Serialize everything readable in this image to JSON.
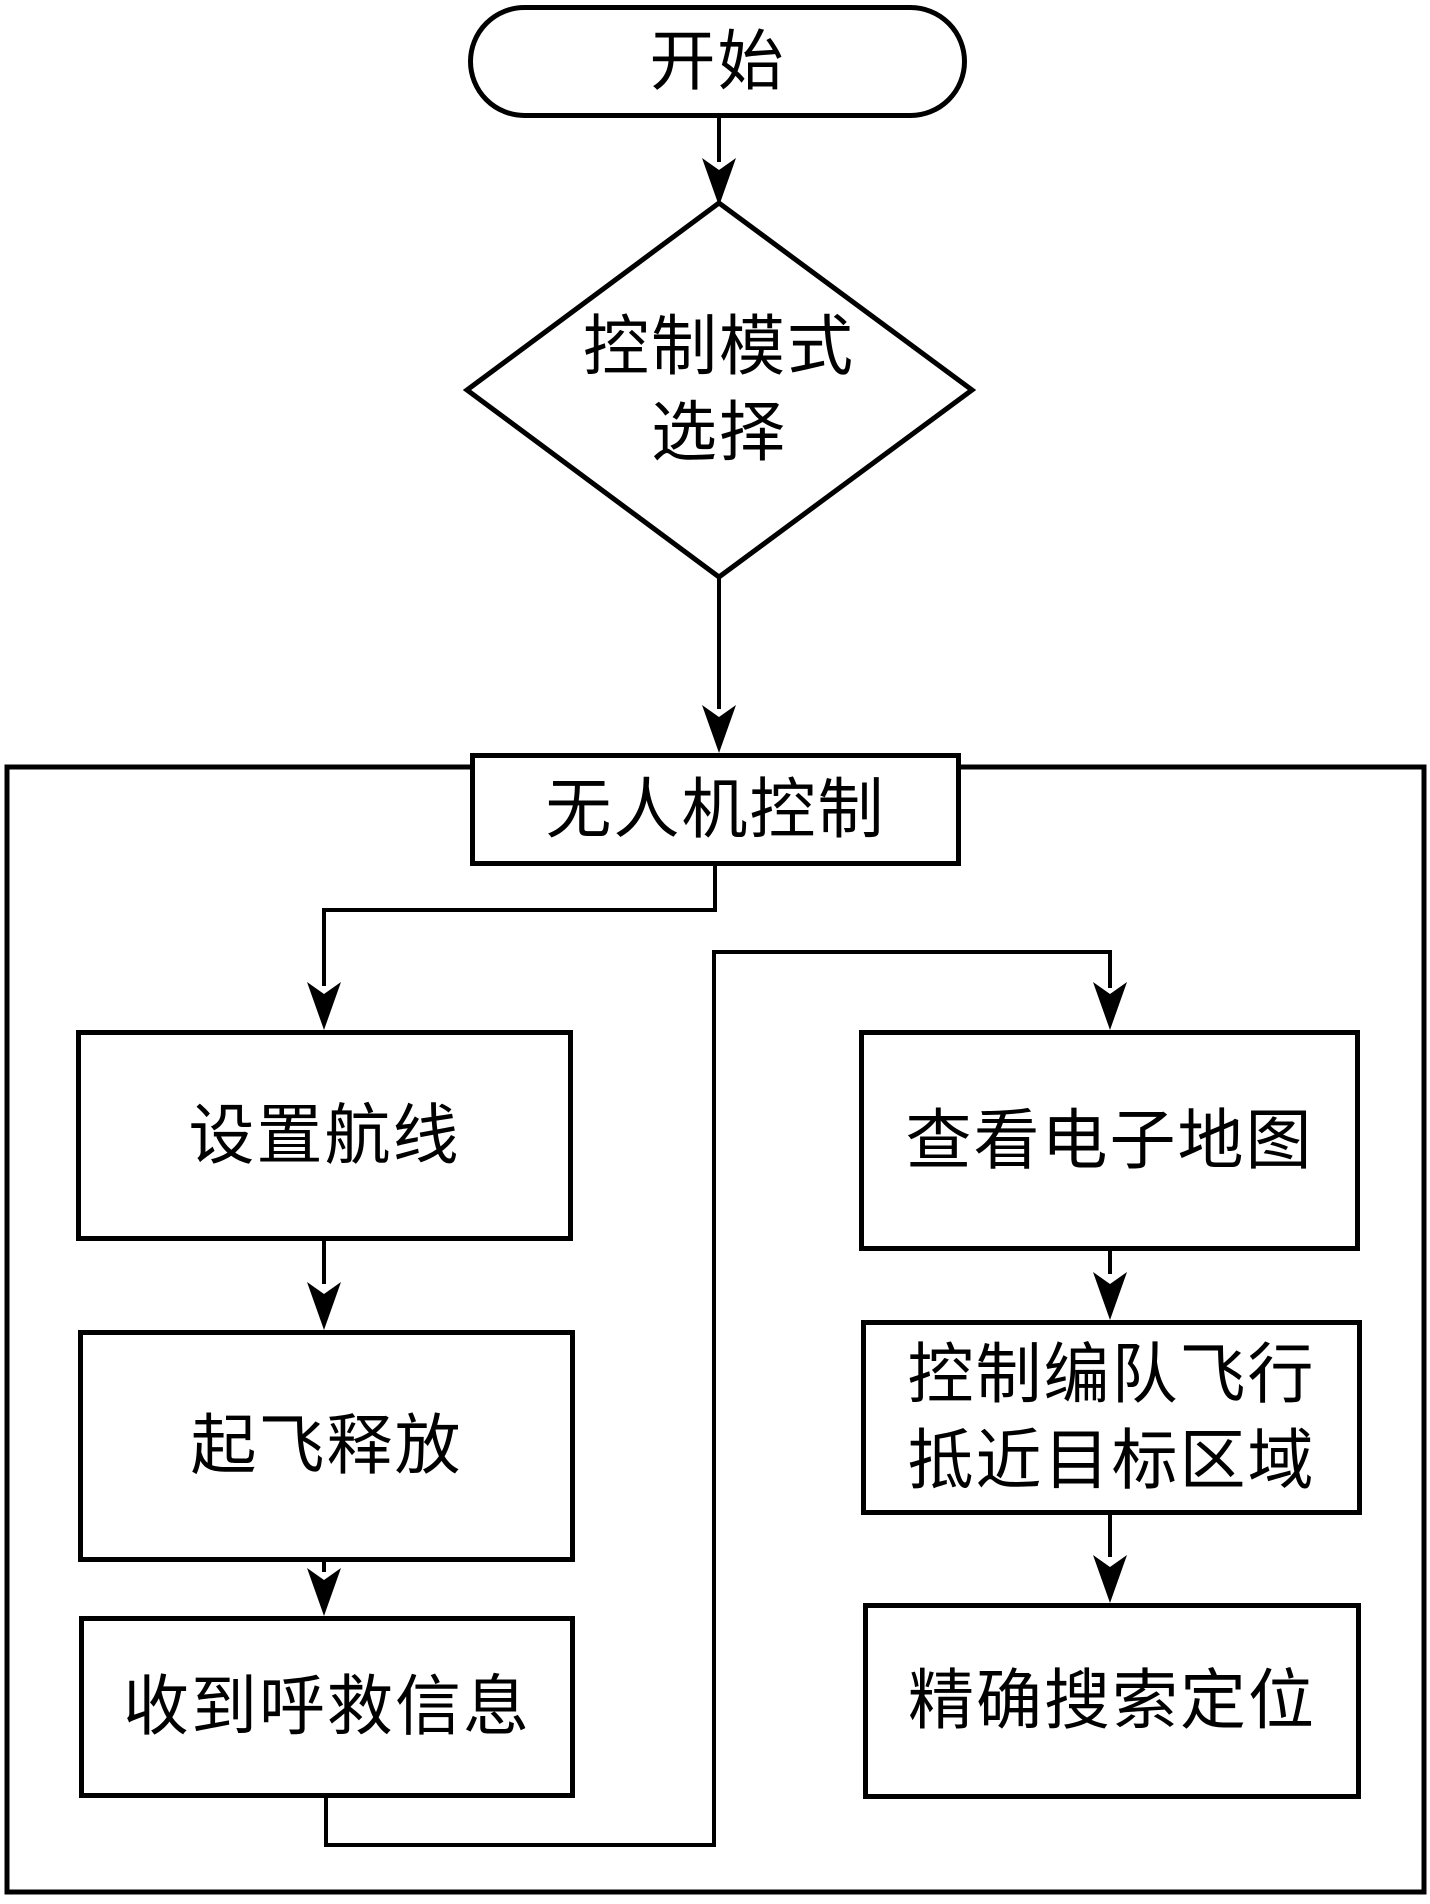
{
  "diagram": {
    "title_hint": "UAV rescue control flowchart",
    "colors": {
      "stroke": "#000000",
      "background": "#ffffff"
    },
    "nodes": {
      "start": {
        "label": "开始"
      },
      "decision": {
        "line1": "控制模式",
        "line2": "选择"
      },
      "uav_control": {
        "label": "无人机控制"
      },
      "set_route": {
        "label": "设置航线"
      },
      "takeoff_release": {
        "label": "起飞释放"
      },
      "receive_distress": {
        "label": "收到呼救信息"
      },
      "view_map": {
        "label": "查看电子地图"
      },
      "formation_flight": {
        "line1": "控制编队飞行",
        "line2": "抵近目标区域"
      },
      "precise_search": {
        "label": "精确搜索定位"
      }
    }
  }
}
